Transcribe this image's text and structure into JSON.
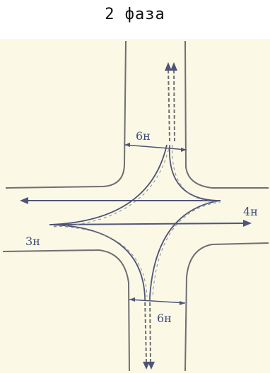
{
  "title": "2 фаза",
  "labels": {
    "top_width": "6н",
    "right_flow": "4н",
    "left_flow": "3н",
    "bottom_width": "6н"
  },
  "colors": {
    "background": "#fbf8e6",
    "road_edge": "#6f6f72",
    "arrow": "#4f5578",
    "dashed_track": "#6f6f72",
    "label_text": "#3e4e7a"
  }
}
